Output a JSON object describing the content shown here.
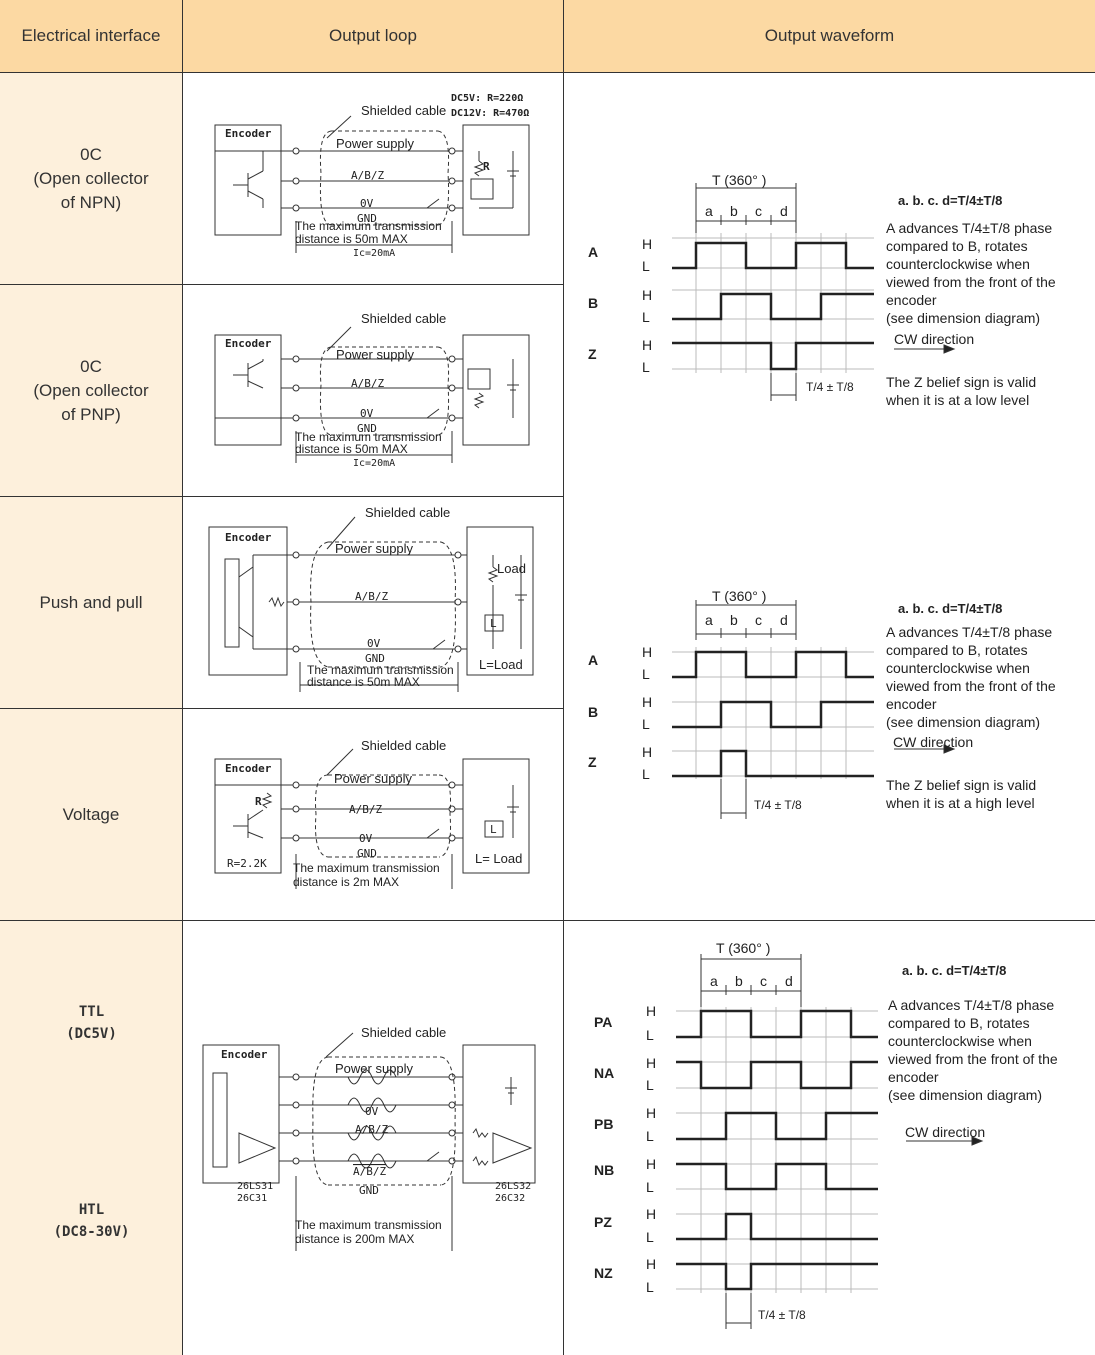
{
  "header": {
    "col1": "Electrical interface",
    "col2": "Output loop",
    "col3": "Output waveform"
  },
  "rows": [
    {
      "label_lines": [
        "0C",
        "(Open collector",
        "of NPN)"
      ]
    },
    {
      "label_lines": [
        "0C",
        "(Open collector",
        "of PNP)"
      ]
    },
    {
      "label_lines": [
        "Push and pull"
      ]
    },
    {
      "label_lines": [
        "Voltage"
      ]
    },
    {
      "label_ttl": [
        "TTL",
        "(DC5V)"
      ],
      "label_htl": [
        "HTL",
        "(DC8-30V)"
      ]
    }
  ],
  "circuits": {
    "encoder": "Encoder",
    "shielded_cable": "Shielded cable",
    "power_supply": "Power supply",
    "abz": "A/B/Z",
    "zero_v": "0V",
    "gnd": "GND",
    "max_line1": "The maximum transmission",
    "max_50m": "distance is 50m MAX",
    "max_2m": "distance is 2m MAX",
    "max_200m": "distance is 200m MAX",
    "ic": "Ic=20mA",
    "dc5v": "DC5V:  R=220Ω",
    "dc12v": "DC12V:  R=470Ω",
    "r": "R",
    "load": "Load",
    "l": "L",
    "l_eq_load": "L=Load",
    "l_eq_load2": "L= Load",
    "r_value": "R=2.2K",
    "abz_bar": "A/B/Z",
    "ls31": "26LS31",
    "c31": "26C31",
    "ls32": "26LS32",
    "c32": "26C32"
  },
  "waveform": {
    "period": "T (360° )",
    "segments": [
      "a",
      "b",
      "c",
      "d"
    ],
    "formula": "a. b. c. d=",
    "advance_line1": "A advances",
    "advance_line1b": "phase",
    "advance_lines": [
      "compared to B, rotates",
      "counterclockwise when",
      "viewed from the front of the",
      "encoder",
      "(see dimension diagram)"
    ],
    "cw": "CW direction",
    "z_low": [
      "The Z belief sign is valid",
      "when it is at a low level"
    ],
    "z_high": [
      "The Z belief sign is valid",
      "when it is at a high level"
    ],
    "h": "H",
    "l": "L",
    "signals_abz": [
      "A",
      "B",
      "Z"
    ],
    "signals_diff": [
      "PA",
      "NA",
      "PB",
      "NB",
      "PZ",
      "NZ"
    ]
  }
}
